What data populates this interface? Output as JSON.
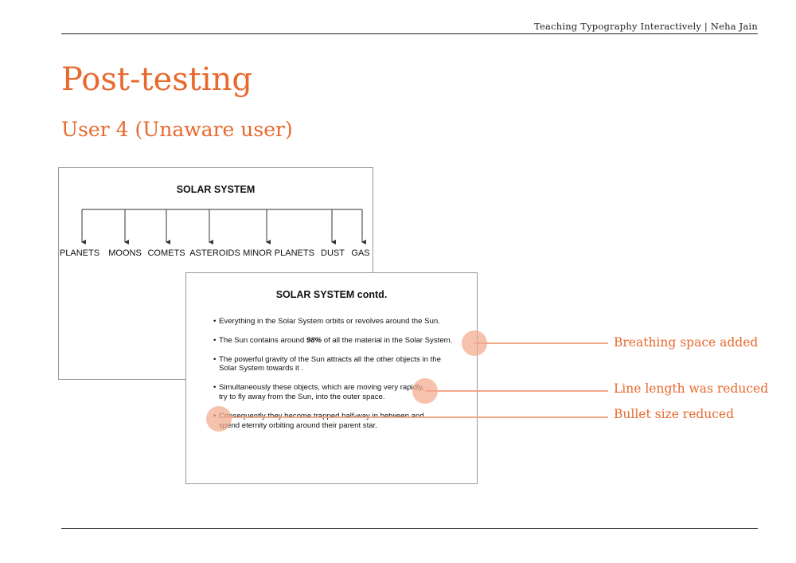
{
  "header": {
    "text": "Teaching Typography Interactively | Neha Jain"
  },
  "title": "Post-testing",
  "subtitle": "User 4 (Unaware user)",
  "slide1": {
    "title": "SOLAR SYSTEM",
    "categories": [
      "PLANETS",
      "MOONS",
      "COMETS",
      "ASTEROIDS",
      "MINOR PLANETS",
      "DUST",
      "GAS"
    ]
  },
  "slide2": {
    "title": "SOLAR SYSTEM contd.",
    "bullet": "•",
    "items": [
      {
        "lines": [
          "Everything in the Solar System orbits or revolves around the Sun."
        ]
      },
      {
        "pre": "The Sun contains around ",
        "emph": "98%",
        "post": " of all the material in the Solar System."
      },
      {
        "lines": [
          "The powerful gravity of the Sun attracts all the other objects in the",
          "Solar System towards it ."
        ]
      },
      {
        "lines": [
          "Simultaneously these objects, which are moving very rapidly,",
          "try to fly away from the Sun, into the outer space."
        ]
      },
      {
        "lines": [
          "Consequently they become trapped half-way in between and",
          "spend eternity orbiting around their parent star."
        ]
      }
    ]
  },
  "annotations": {
    "color": "#e8692e",
    "highlight_color": "#f2a88a",
    "breathing": "Breathing space added",
    "line_length": "Line length was reduced",
    "bullet_size": "Bullet size reduced"
  }
}
